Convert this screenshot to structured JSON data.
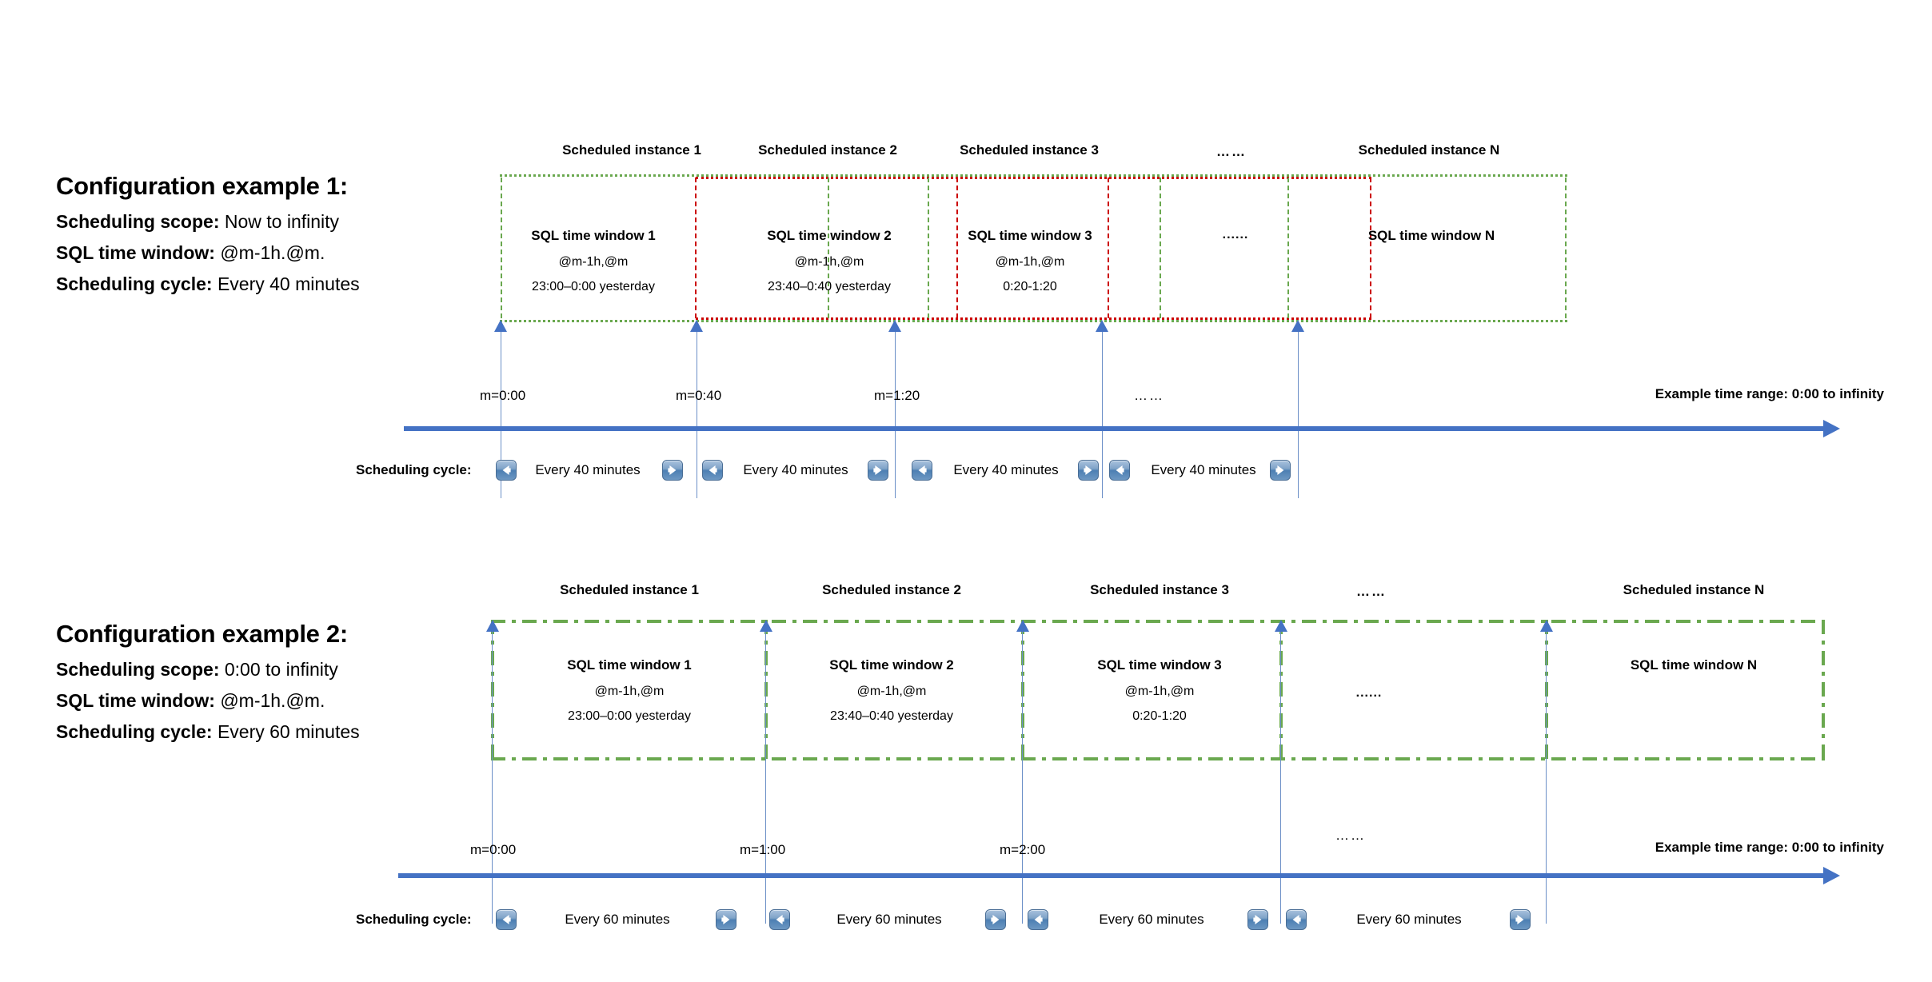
{
  "examples": [
    {
      "title": "Configuration example 1:",
      "scope_label": "Scheduling scope:",
      "scope_value": "Now to infinity",
      "window_label": "SQL time window:",
      "window_value": "@m-1h.@m.",
      "cycle_label": "Scheduling cycle:",
      "cycle_value": "Every 40 minutes",
      "instances": [
        "Scheduled instance 1",
        "Scheduled instance 2",
        "Scheduled instance 3",
        "……",
        "Scheduled instance N"
      ],
      "windows": [
        {
          "title": "SQL time window 1",
          "expr": "@m-1h,@m",
          "range": "23:00–0:00 yesterday"
        },
        {
          "title": "SQL time window 2",
          "expr": "@m-1h,@m",
          "range": "23:40–0:40 yesterday"
        },
        {
          "title": "SQL time window 3",
          "expr": "@m-1h,@m",
          "range": "0:20-1:20"
        },
        {
          "title": "......",
          "expr": "",
          "range": ""
        },
        {
          "title": "SQL time window N",
          "expr": "",
          "range": ""
        }
      ],
      "time_marks": [
        "m=0:00",
        "m=0:40",
        "m=1:20",
        "……"
      ],
      "axis_tag": "Example time range: 0:00 to infinity",
      "cycle_row_label": "Scheduling cycle:",
      "cycle_segments": [
        "Every 40 minutes",
        "Every 40 minutes",
        "Every 40 minutes",
        "Every 40 minutes"
      ],
      "colors": {
        "green": "#6aa84f",
        "red": "#cc0000",
        "blue": "#4472c4"
      }
    },
    {
      "title": "Configuration example 2:",
      "scope_label": "Scheduling scope:",
      "scope_value": "0:00 to infinity",
      "window_label": "SQL time window:",
      "window_value": "@m-1h.@m.",
      "cycle_label": "Scheduling cycle:",
      "cycle_value": "Every 60 minutes",
      "instances": [
        "Scheduled instance 1",
        "Scheduled instance 2",
        "Scheduled instance 3",
        "……",
        "Scheduled instance N"
      ],
      "windows": [
        {
          "title": "SQL time window 1",
          "expr": "@m-1h,@m",
          "range": "23:00–0:00 yesterday"
        },
        {
          "title": "SQL time window 2",
          "expr": "@m-1h,@m",
          "range": "23:40–0:40 yesterday"
        },
        {
          "title": "SQL time window 3",
          "expr": "@m-1h,@m",
          "range": "0:20-1:20"
        },
        {
          "title": "......",
          "expr": "",
          "range": ""
        },
        {
          "title": "SQL time window N",
          "expr": "",
          "range": ""
        }
      ],
      "time_marks": [
        "m=0:00",
        "m=1:00",
        "m=2:00",
        "……"
      ],
      "axis_tag": "Example time range: 0:00 to infinity",
      "cycle_row_label": "Scheduling cycle:",
      "cycle_segments": [
        "Every 60 minutes",
        "Every 60 minutes",
        "Every 60 minutes",
        "Every 60 minutes"
      ],
      "colors": {
        "green": "#6aa84f",
        "blue": "#4472c4"
      }
    }
  ],
  "icons": {
    "arrow_left": "arrow-left-icon",
    "arrow_right": "arrow-right-icon",
    "axis_arrow": "timeline-arrow-icon",
    "tick_arrow": "tick-arrow-icon"
  }
}
